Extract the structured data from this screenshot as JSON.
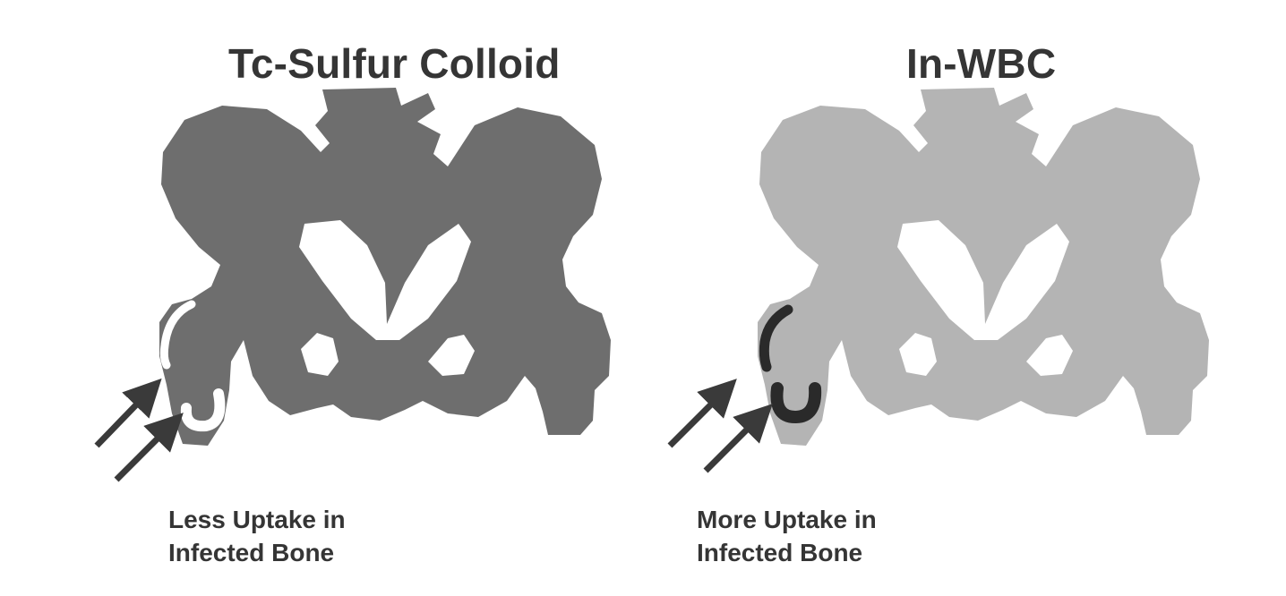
{
  "panels": {
    "left": {
      "title": "Tc-Sulfur Colloid",
      "caption_line1": "Less Uptake in",
      "caption_line2": "Infected Bone",
      "bone_color": "#6e6e6e",
      "lesion_color": "#ffffff"
    },
    "right": {
      "title": "In-WBC",
      "caption_line1": "More Uptake in",
      "caption_line2": "Infected Bone",
      "bone_color": "#b4b4b4",
      "lesion_color": "#2a2a2a"
    }
  },
  "arrow_color": "#3a3a3a",
  "icons": [
    "pelvis-illustration",
    "arrow-icon"
  ]
}
